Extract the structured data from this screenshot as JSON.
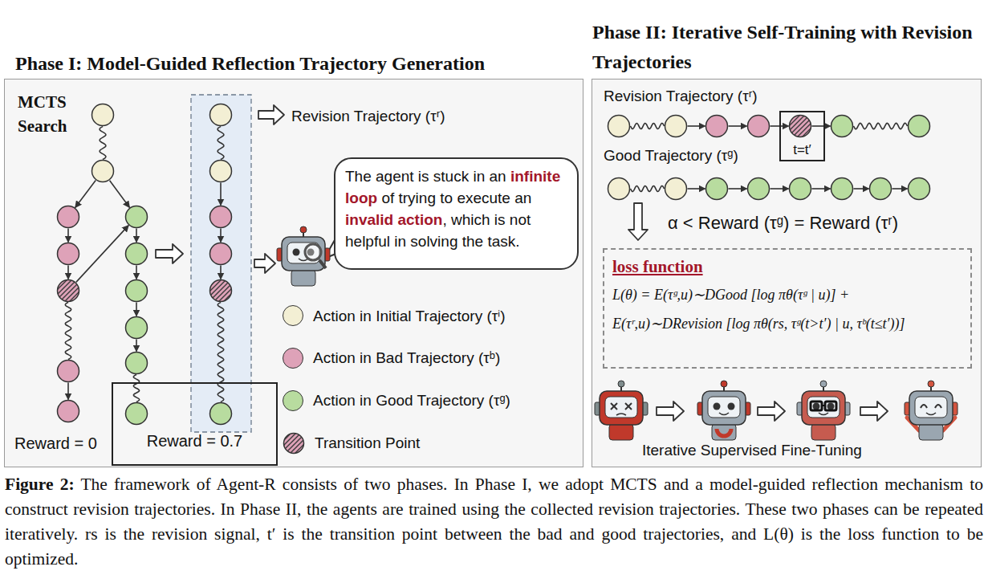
{
  "diagram": {
    "caption": "Figure 2: The framework of Agent-R consists of two phases. In Phase I, we adopt MCTS and a model-guided reflection mechanism to construct revision trajectories. In Phase II, the agents are trained using the collected revision trajectories. These two phases can be repeated iteratively. rs is the revision signal, t′ is the transition point between the bad and good trajectories, and L(θ) is the loss function to be optimized.",
    "nodes": [
      {
        "text": [
          "Phase I: Model-Guided Reflection Trajectory Generation"
        ]
      },
      {
        "text": [
          "The agent is stuck in an",
          "infinite loop",
          "of trying to execute an",
          "invalid action",
          ", which is not helpful in solving the task."
        ],
        "in": 0
      },
      {
        "text": [
          "Reward = 0.7"
        ],
        "in": 0
      },
      {
        "text": [
          "Phase II: Iterative Self-Training with Revision Trajectories"
        ]
      },
      {
        "text": [
          "t=t′"
        ],
        "in": 3
      },
      {
        "text": [
          "loss function",
          "L(θ) = E(τᵍ,u)∼DGood [log πθ(τᵍ | u)] +",
          "E(τʳ,u)∼DRevision [log πθ(rs, τᵍ(t>t′) | u, τᵇ(t≤t′))]"
        ],
        "in": 3
      }
    ],
    "labels": [
      "MCTS Search",
      "Revision Trajectory (τʳ)",
      "Reward = 0",
      "Revision Trajectory (τʳ)",
      "Good Trajectory (τᵍ)",
      "α < Reward (τᵍ) = Reward (τʳ)",
      "Iterative Supervised Fine-Tuning"
    ],
    "legend": [
      {
        "text": "Action in Initial Trajectory (τⁱ)",
        "color": "#f3efd4"
      },
      {
        "text": "Action in Bad Trajectory (τᵇ)",
        "color": "#dea2b8"
      },
      {
        "text": "Action in Good Trajectory (τᵍ)",
        "color": "#b8dc9f"
      },
      {
        "text": "Transition Point"
      }
    ]
  }
}
